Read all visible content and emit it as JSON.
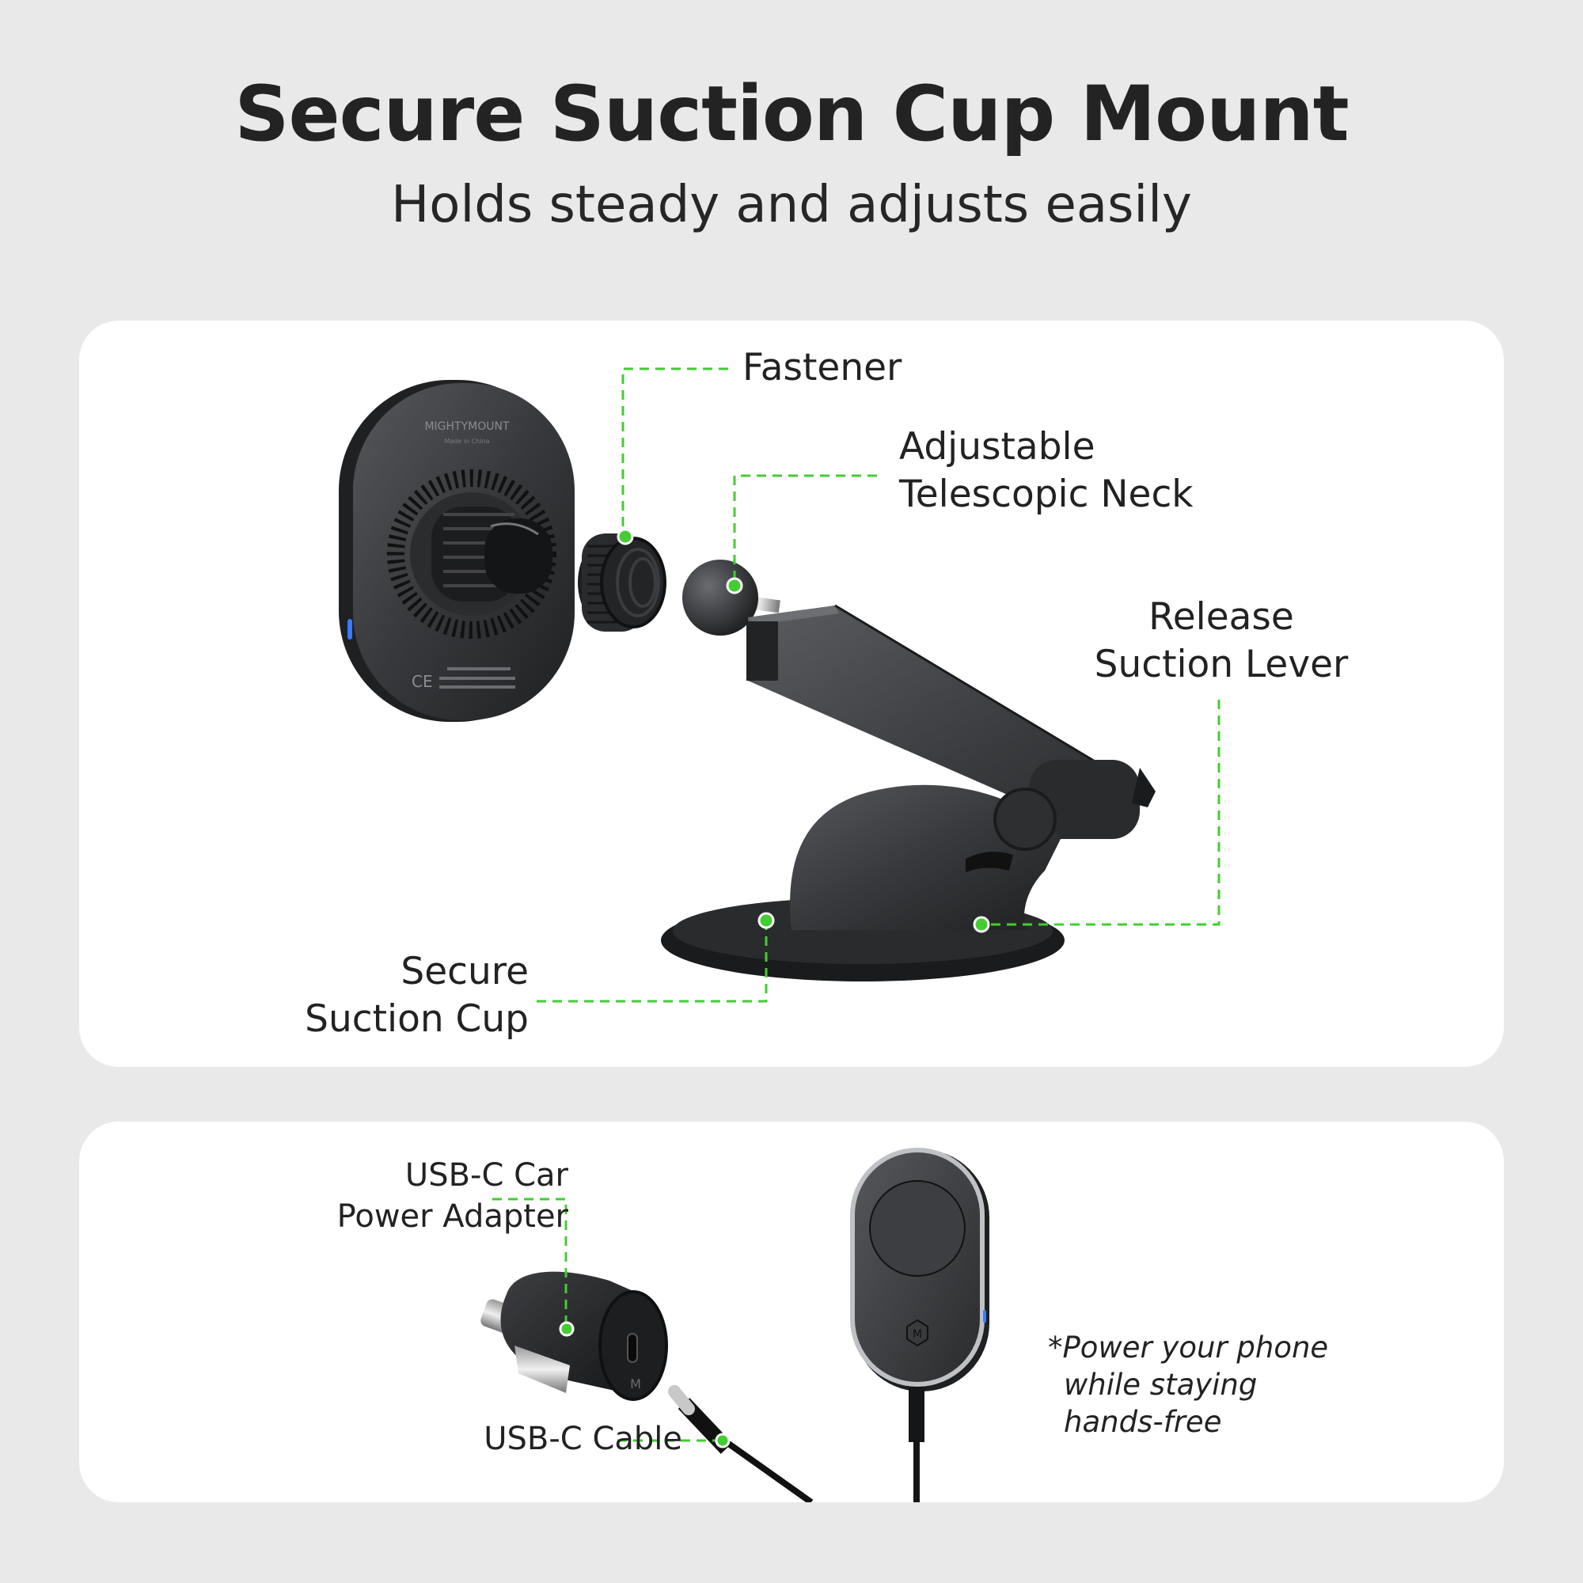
{
  "header": {
    "title": "Secure Suction Cup Mount",
    "subtitle": "Holds steady and adjusts easily"
  },
  "colors": {
    "background": "#e9e9e9",
    "panel": "#ffffff",
    "callout_green": "#44cc33",
    "text": "#222222",
    "product_dark": "#2e2f31",
    "led_blue": "#3a7bff"
  },
  "mount_panel": {
    "callouts": {
      "fastener": {
        "lines": [
          "Fastener"
        ]
      },
      "neck": {
        "lines": [
          "Adjustable",
          "Telescopic Neck"
        ]
      },
      "lever": {
        "lines": [
          "Release",
          "Suction Lever"
        ]
      },
      "suction_cup": {
        "lines": [
          "Secure",
          "Suction Cup"
        ]
      }
    },
    "charger_back_text": {
      "brand": "MIGHTYMOUNT",
      "origin": "Made in China",
      "ce_mark": "CE"
    }
  },
  "accessories_panel": {
    "callouts": {
      "adapter": {
        "lines": [
          "USB-C Car",
          "Power Adapter"
        ]
      },
      "cable": {
        "lines": [
          "USB-C Cable"
        ]
      }
    },
    "note": {
      "lines": [
        "*Power your phone",
        "while staying",
        "hands-free"
      ]
    },
    "logo_letter": "M"
  }
}
